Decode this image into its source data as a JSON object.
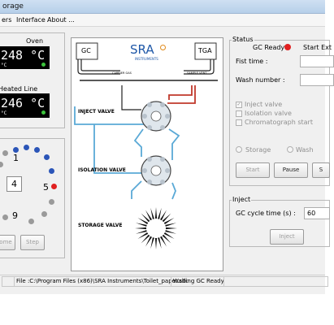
{
  "window": {
    "title": "orage"
  },
  "menu": {
    "item1": "ers",
    "item2": "Interface",
    "item3": "About ..."
  },
  "oven": {
    "label": "Oven",
    "value": "248 °C",
    "unit": "°C"
  },
  "heated_line": {
    "label": "Heated Line",
    "value": "246 °C",
    "unit": "°C"
  },
  "carousel": {
    "label_1": "1",
    "label_4": "4",
    "label_5": "5",
    "label_9": "9"
  },
  "left_buttons": {
    "home": "ome",
    "step": "Step"
  },
  "diagram": {
    "gc": "GC",
    "tga": "TGA",
    "logo_text": "SRA",
    "logo_sub": "INSTRUMENTS",
    "carrier_gas": "CARRIER GAS",
    "sample_vent": "SAMPLE VENT",
    "inject_valve": "INJECT VALVE",
    "isolation_valve": "ISOLATION VALVE",
    "storage_valve": "STORAGE VALVE"
  },
  "status": {
    "group_label": "Status",
    "gc_ready": "GC Ready",
    "start_ext": "Start Ext",
    "first_time": "Fist time :",
    "wash_number": "Wash number :",
    "inject_valve": "Inject valve",
    "isolation_valve": "Isolation valve",
    "chromatograph_start": "Chromatograph start",
    "storage": "Storage",
    "wash": "Wash",
    "start": "Start",
    "pause": "Pause",
    "s_btn": "S"
  },
  "inject": {
    "group_label": "Inject",
    "cycle_label": "GC cycle time (s) :",
    "cycle_value": "60",
    "inject_button": "Inject"
  },
  "statusbar": {
    "file": "File :C:\\Program Files (x86)\\SRA Instruments\\Toilet_paper.stk",
    "state": "Waiting GC Ready"
  },
  "colors": {
    "lcd_bg": "#000000",
    "led_green": "#3cc43c",
    "led_red": "#e02020",
    "pipe_blue": "#5aa9d6",
    "pipe_red": "#c0392b",
    "dot_blue": "#2b55b8",
    "dot_grey": "#9a9a9a"
  }
}
